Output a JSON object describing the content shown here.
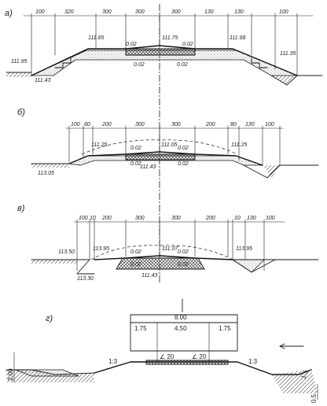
{
  "labels": {
    "a": "а)",
    "b": "б)",
    "v": "в)",
    "g": "г)"
  },
  "section_a": {
    "dims": [
      "100",
      "320",
      "300",
      "300",
      "300",
      "130",
      "130",
      "100"
    ],
    "elevations": [
      "111.65",
      "111.75",
      "111.68",
      "111.95",
      "111.35",
      "111.43"
    ],
    "slopes": [
      "0.02",
      "0.02",
      "0.02",
      "0.02"
    ]
  },
  "section_b": {
    "dims": [
      "100",
      "60",
      "200",
      "300",
      "300",
      "200",
      "80",
      "130",
      "100"
    ],
    "elevations": [
      "111.25",
      "111.05",
      "111.25",
      "113.05",
      "111.43"
    ],
    "slopes": [
      "0.02",
      "0.02",
      "0.02",
      "0.02"
    ]
  },
  "section_v": {
    "dims": [
      "100",
      "10",
      "200",
      "300",
      "300",
      "200",
      "10",
      "130",
      "100"
    ],
    "elevations": [
      "113.95",
      "111.07",
      "113.95",
      "113.50",
      "113.30",
      "111.43"
    ],
    "slopes": [
      "0.02",
      "0.02",
      "0.02",
      "0.02"
    ]
  },
  "section_g": {
    "total": "8.00",
    "dims": [
      "1.75",
      "4.50",
      "1.75"
    ],
    "angles": [
      "∠ 20",
      "∠ 20"
    ],
    "slopes": [
      "1:3",
      "1:3",
      "1:5"
    ],
    "heights": [
      "2.00",
      "0.5"
    ]
  }
}
